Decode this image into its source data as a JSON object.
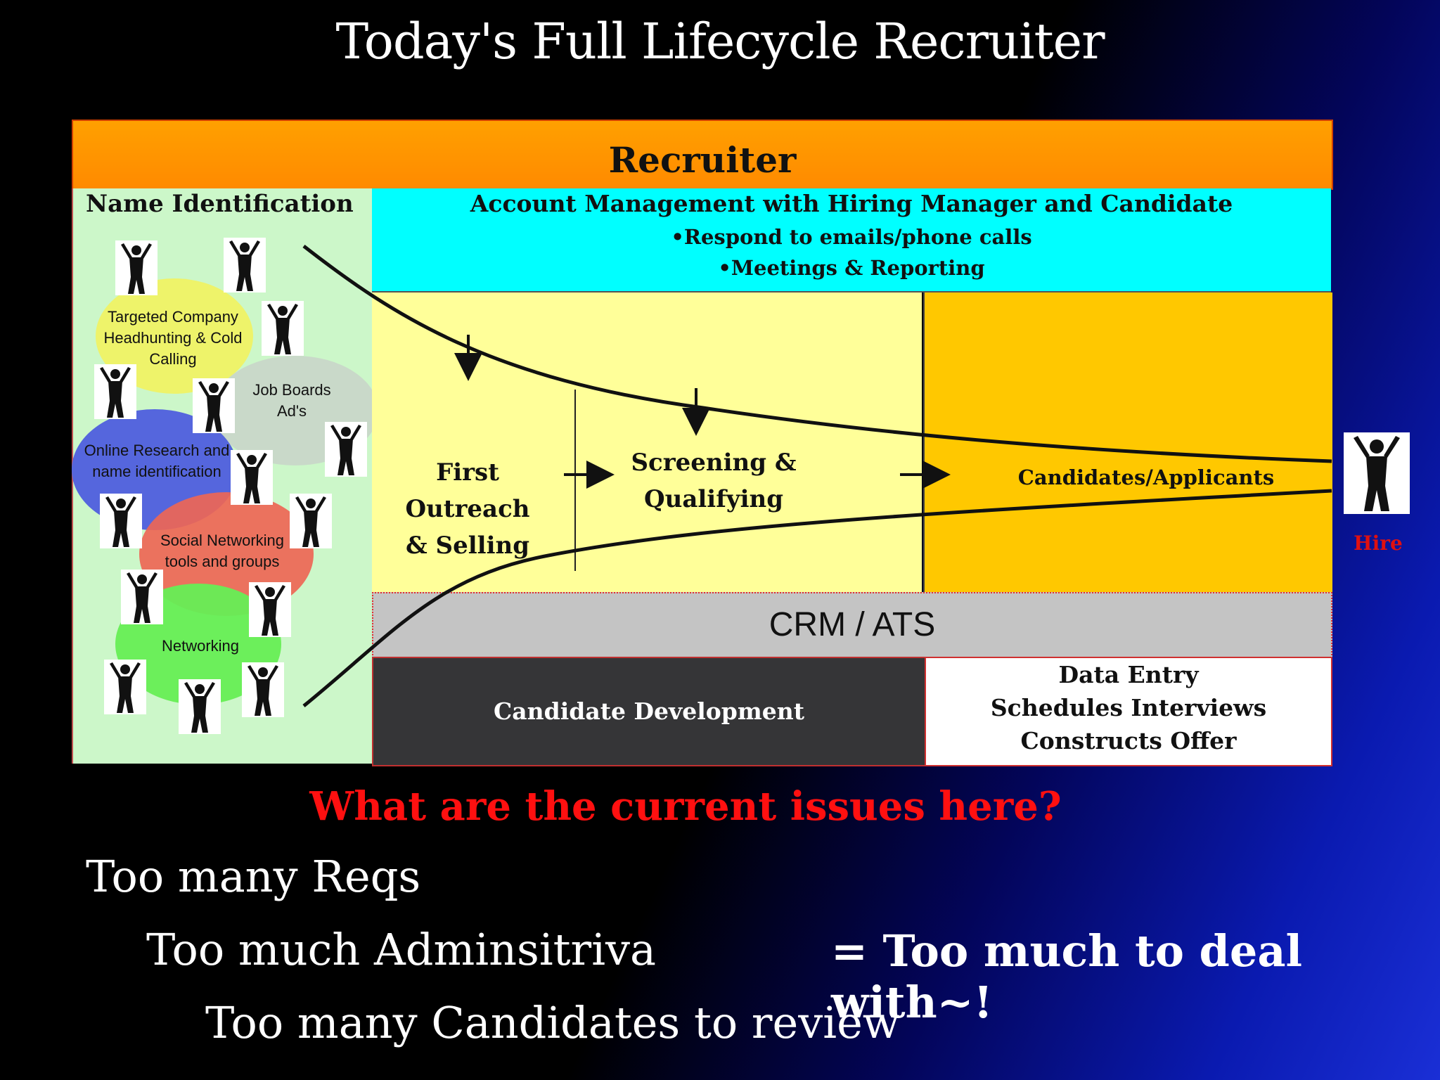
{
  "title": "Today's Full Lifecycle Recruiter",
  "diagram": {
    "header": "Recruiter",
    "name_identification": {
      "title": "Name Identification",
      "sources": [
        {
          "label": "Targeted Company Headhunting & Cold Calling",
          "color": "#f0f060"
        },
        {
          "label": "Job Boards Ad's",
          "color": "#c8dcc8"
        },
        {
          "label": "Online Research and name identification",
          "color": "#5566dd"
        },
        {
          "label": "Social Networking tools and groups",
          "color": "#ee6655"
        },
        {
          "label": "Networking",
          "color": "#66ee55"
        }
      ]
    },
    "account_management": {
      "title": "Account Management with Hiring Manager and Candidate",
      "bullets": [
        "•Respond to emails/phone calls",
        "•Meetings & Reporting"
      ]
    },
    "stages": {
      "first_outreach": [
        "First Outreach",
        "& Selling"
      ],
      "screening": [
        "Screening &",
        "Qualifying"
      ],
      "candidates": "Candidates/Applicants"
    },
    "crm": "CRM / ATS",
    "candidate_development": "Candidate Development",
    "admin_tasks": [
      "Data Entry",
      "Schedules Interviews",
      "Constructs Offer"
    ],
    "hire_label": "Hire",
    "colors": {
      "header": "#ff9500",
      "account": "#00ffff",
      "funnel_left": "#ffff99",
      "funnel_right": "#ffc800",
      "crm": "#c4c4c4",
      "dev": "#353537"
    }
  },
  "question": "What are the current issues here?",
  "issues": [
    "Too many Reqs",
    "Too much Adminsitriva",
    "Too many Candidates to review"
  ],
  "conclusion": "= Too much to deal with~!"
}
